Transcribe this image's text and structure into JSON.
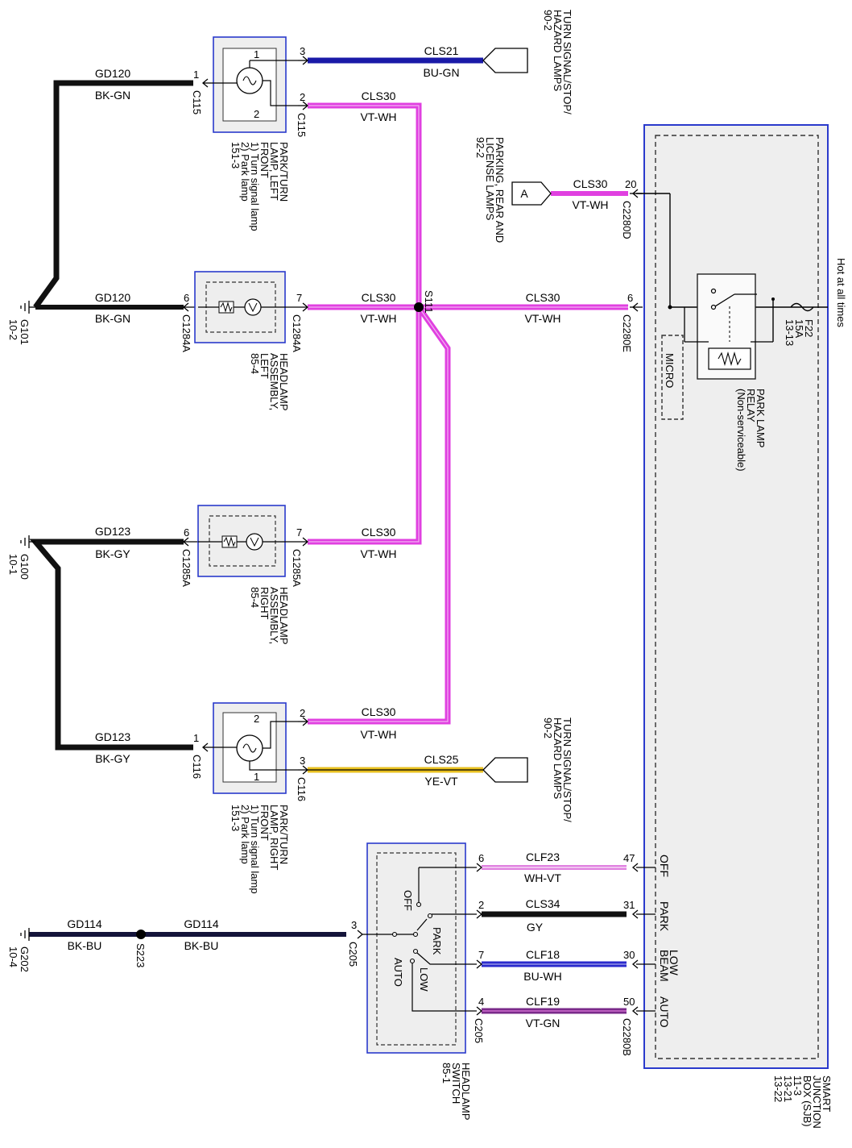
{
  "wires": {
    "gd120_top": {
      "circuit": "GD120",
      "color": "BK-GN"
    },
    "gd120_mid": {
      "circuit": "GD120",
      "color": "BK-GN"
    },
    "gd123_upper": {
      "circuit": "GD123",
      "color": "BK-GY"
    },
    "gd123_lower": {
      "circuit": "GD123",
      "color": "BK-GY"
    },
    "cls21": {
      "circuit": "CLS21",
      "color": "BU-GN"
    },
    "cls30_plf": {
      "circuit": "CLS30",
      "color": "VT-WH"
    },
    "cls30_parking": {
      "circuit": "CLS30",
      "color": "VT-WH"
    },
    "cls30_hl_left": {
      "circuit": "CLS30",
      "color": "VT-WH"
    },
    "cls30_sjb": {
      "circuit": "CLS30",
      "color": "VT-WH"
    },
    "cls30_hl_right": {
      "circuit": "CLS30",
      "color": "VT-WH"
    },
    "cls30_prf": {
      "circuit": "CLS30",
      "color": "VT-WH"
    },
    "cls25": {
      "circuit": "CLS25",
      "color": "YE-VT"
    },
    "clf23": {
      "circuit": "CLF23",
      "color": "WH-VT"
    },
    "cls34": {
      "circuit": "CLS34",
      "color": "GY"
    },
    "clf18": {
      "circuit": "CLF18",
      "color": "BU-WH"
    },
    "clf19": {
      "circuit": "CLF19",
      "color": "VT-GN"
    },
    "gd114_a": {
      "circuit": "GD114",
      "color": "BK-BU"
    },
    "gd114_b": {
      "circuit": "GD114",
      "color": "BK-BU"
    }
  },
  "pins": {
    "c115_1": "1",
    "c115_3": "3",
    "c115_2": "2",
    "c1284a_6": "6",
    "c1284a_7": "7",
    "c1285a_6": "6",
    "c1285a_7": "7",
    "c116_1": "1",
    "c116_2": "2",
    "c116_3": "3",
    "c2280d_20": "20",
    "c2280e_6": "6",
    "c2280b_47": "47",
    "c2280b_31": "31",
    "c2280b_30": "30",
    "c2280b_50": "50",
    "c205_6": "6",
    "c205_2": "2",
    "c205_7": "7",
    "c205_4": "4",
    "c205_3": "3",
    "lamp_plf_1": "1",
    "lamp_plf_2": "2",
    "lamp_prf_1": "1",
    "lamp_prf_2": "2"
  },
  "connectors": {
    "c115_left": "C115",
    "c115_right": "C115",
    "c1284a_left": "C1284A",
    "c1284a_right": "C1284A",
    "c1285a_left": "C1285A",
    "c1285a_right": "C1285A",
    "c116_left": "C116",
    "c116_right": "C116",
    "c2280d": "C2280D",
    "c2280e": "C2280E",
    "c2280b": "C2280B",
    "c205_pin3": "C205",
    "c205_bottom": "C205",
    "splice_s111": "S111",
    "splice_s223": "S223"
  },
  "grounds": {
    "g101": [
      "G101",
      "10-2"
    ],
    "g100": [
      "G100",
      "10-1"
    ],
    "g202": [
      "G202",
      "10-4"
    ]
  },
  "components": {
    "plf": [
      "PARK/TURN",
      "LAMP, LEFT",
      "FRONT",
      "1) Turn signal lamp",
      "2) Park lamp",
      "151-3"
    ],
    "prf": [
      "PARK/TURN",
      "LAMP, RIGHT",
      "FRONT",
      "1) Turn signal lamp",
      "2) Park lamp",
      "151-3"
    ],
    "hl_left": [
      "HEADLAMP",
      "ASSEMBLY,",
      "LEFT",
      "85-4"
    ],
    "hl_right": [
      "HEADLAMP",
      "ASSEMBLY,",
      "RIGHT",
      "85-4"
    ],
    "headlamp_switch": [
      "HEADLAMP",
      "SWITCH",
      "85-1"
    ],
    "sjb": [
      "SMART",
      "JUNCTION",
      "BOX (SJB)",
      "11-3",
      "13-21",
      "13-22"
    ],
    "relay": [
      "PARK LAMP",
      "RELAY",
      "(Non-serviceable)"
    ],
    "fuse": [
      "F22",
      "15A",
      "13-13"
    ],
    "micro": "MICRO",
    "hot_at_all_times": "Hot at all times"
  },
  "references": {
    "turn_top": [
      "TURN SIGNAL/STOP/",
      "HAZARD LAMPS",
      "90-2"
    ],
    "turn_bottom": [
      "TURN SIGNAL/STOP/",
      "HAZARD LAMPS",
      "90-2"
    ],
    "parking": [
      "PARKING, REAR AND",
      "LICENSE LAMPS",
      "92-2"
    ],
    "parking_flag": "A"
  },
  "switch_positions": {
    "off": "OFF",
    "park": "PARK",
    "low": "LOW",
    "auto": "AUTO"
  },
  "sjb_pin_labels": {
    "off": "OFF",
    "park": "PARK",
    "low_beam": [
      "LOW",
      "BEAM"
    ],
    "auto": "AUTO"
  },
  "colors": {
    "ground_wire": "#111111",
    "cls21_wire": "#1a1aa8",
    "cls30_wire": "#e040e0",
    "cls25_wire": "#e8c020",
    "cls34_wire": "#111111",
    "clf18_wire": "#2a2acc",
    "clf19_wire": "#7a2a8a",
    "gd114_wire": "#14143a",
    "component_border": "#2a3acc",
    "component_fill": "#eeeeee"
  }
}
